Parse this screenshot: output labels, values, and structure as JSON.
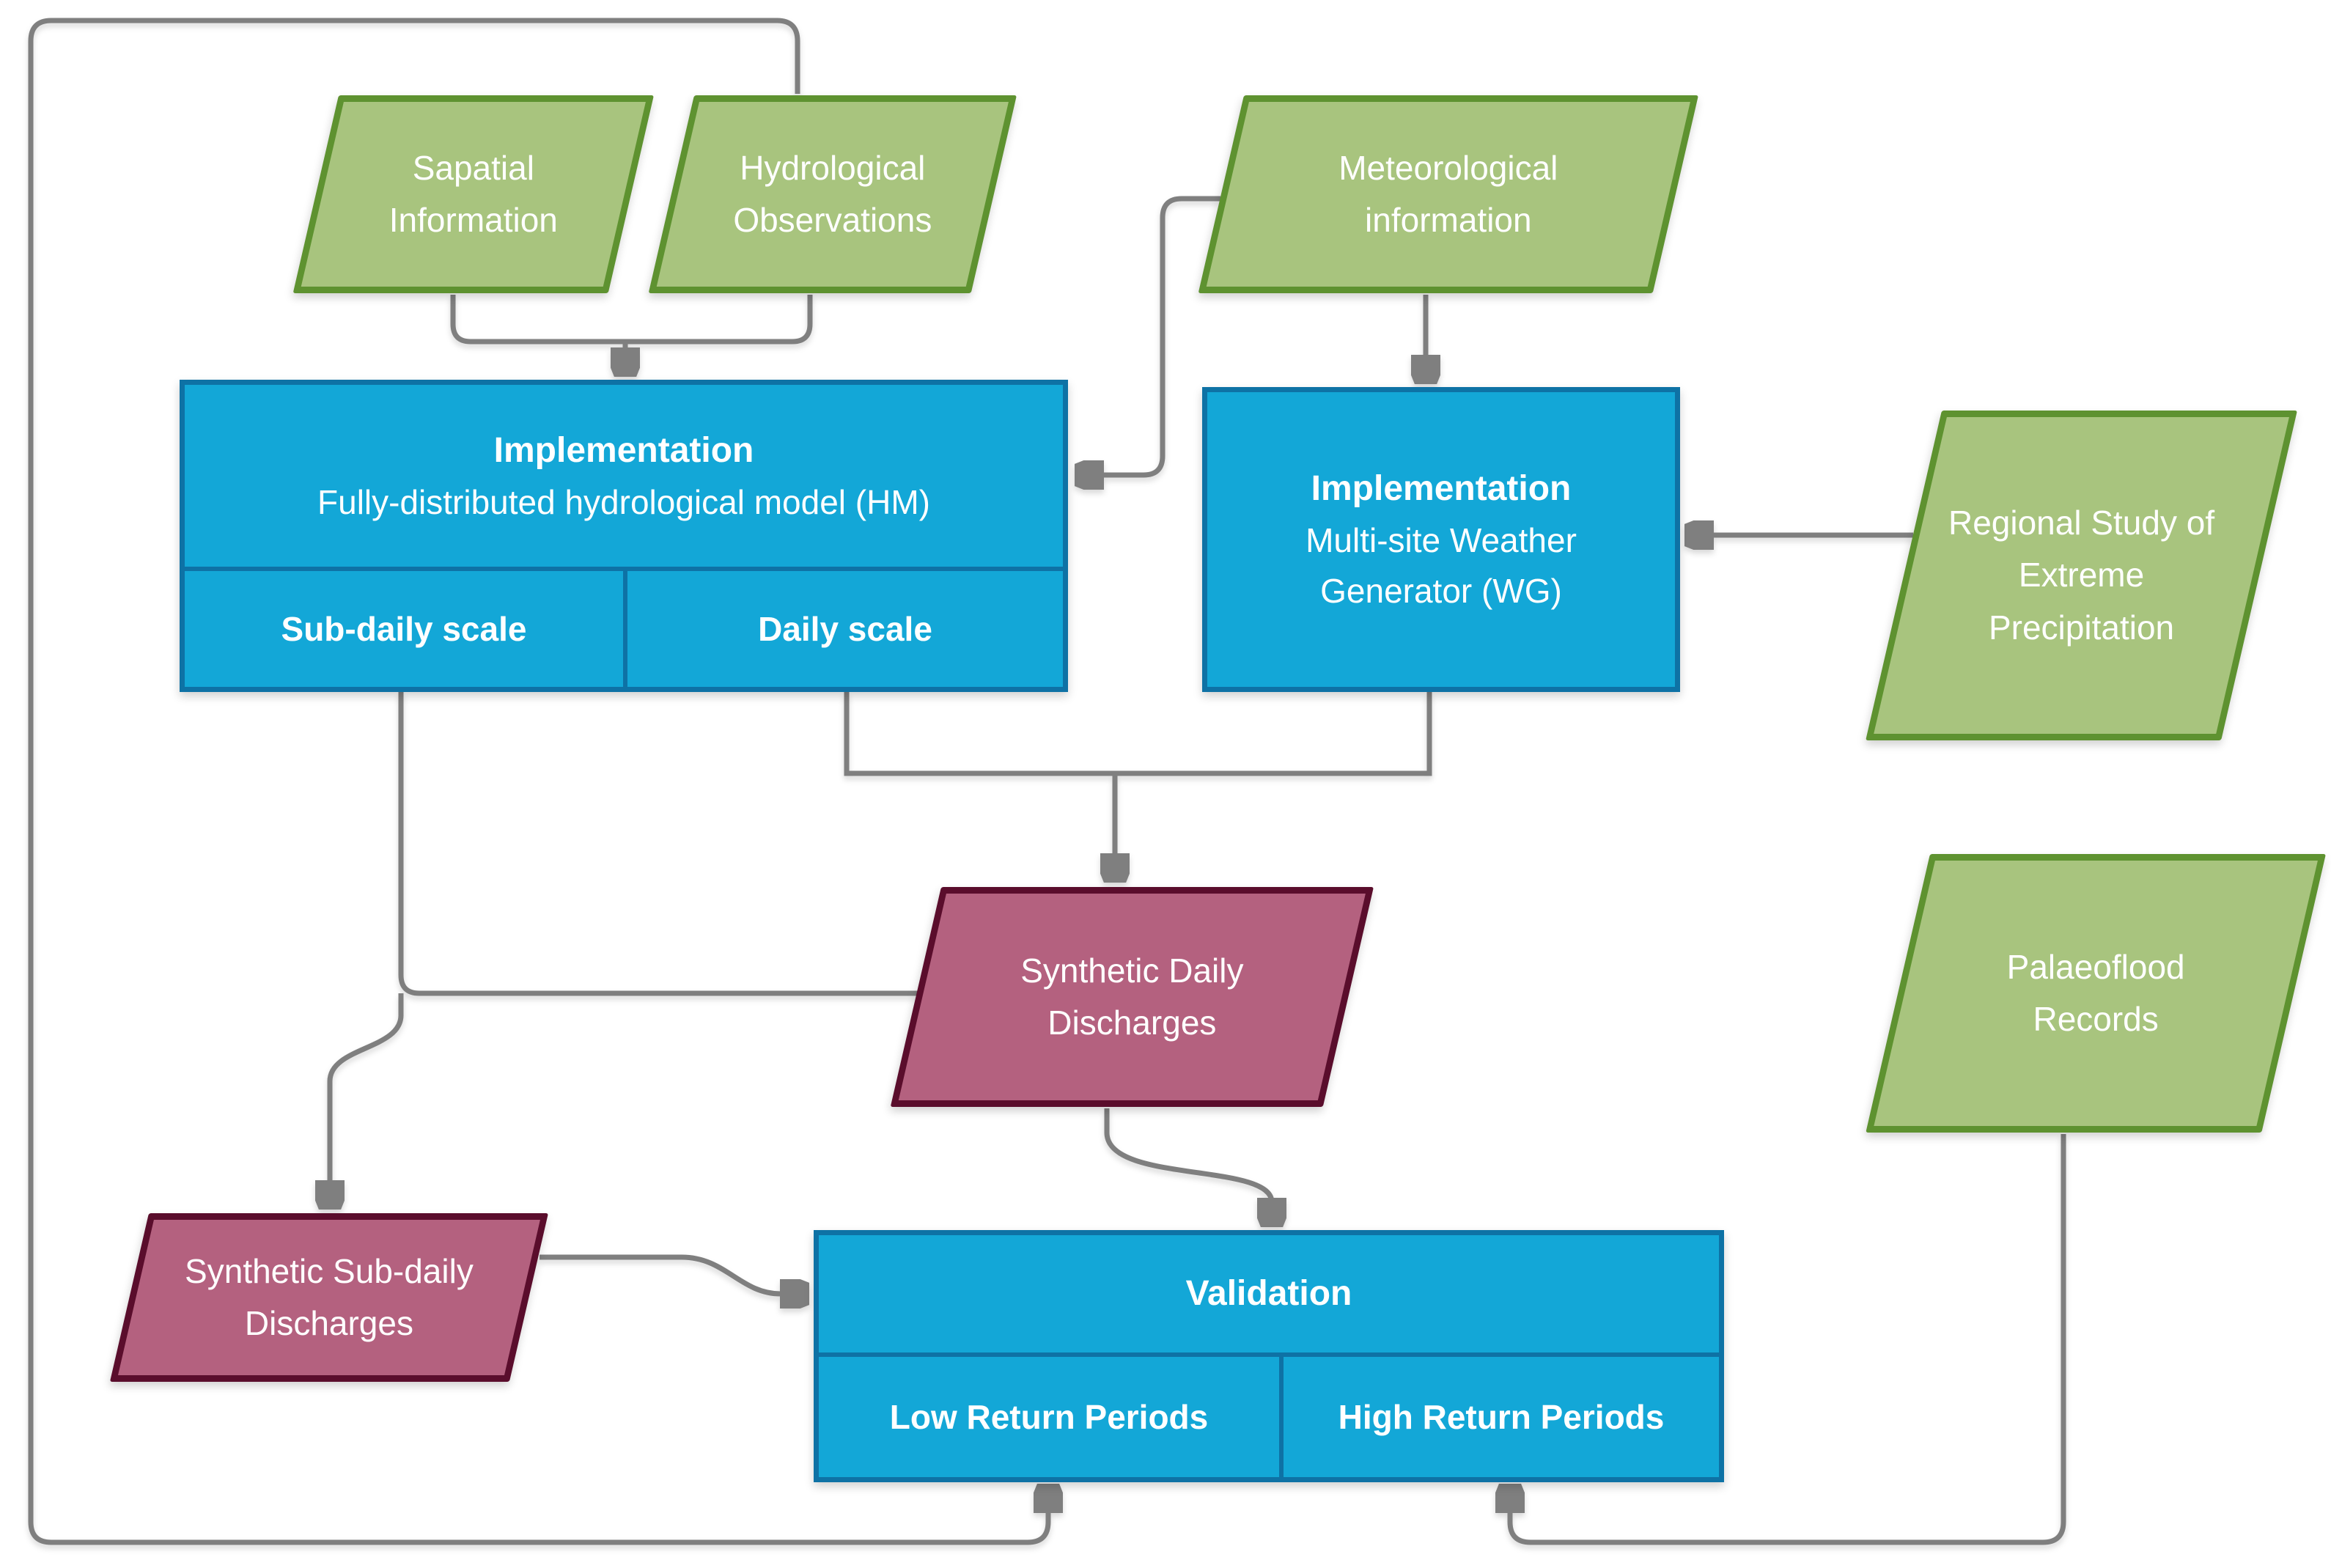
{
  "diagram": {
    "nodes": {
      "spatial_info": {
        "label": "Sapatial\nInformation"
      },
      "hydrological_obs": {
        "label": "Hydrological\nObservations"
      },
      "meteorological_info": {
        "label": "Meteorological\ninformation"
      },
      "regional_study": {
        "label": "Regional Study of\nExtreme\nPrecipitation"
      },
      "palaeoflood_records": {
        "label": "Palaeoflood\nRecords"
      },
      "hm": {
        "title": "Implementation",
        "subtitle": "Fully-distributed hydrological model (HM)",
        "cells": [
          "Sub-daily scale",
          "Daily scale"
        ]
      },
      "wg": {
        "title": "Implementation",
        "subtitle": "Multi-site Weather\nGenerator (WG)"
      },
      "synthetic_daily": {
        "label": "Synthetic Daily\nDischarges"
      },
      "synthetic_subdaily": {
        "label": "Synthetic Sub-daily\nDischarges"
      },
      "validation": {
        "title": "Validation",
        "cells": [
          "Low Return Periods",
          "High Return Periods"
        ]
      }
    },
    "edges": [
      {
        "from": "spatial_info",
        "to": "hm"
      },
      {
        "from": "hydrological_obs",
        "to": "hm"
      },
      {
        "from": "meteorological_info",
        "to": "hm"
      },
      {
        "from": "meteorological_info",
        "to": "wg"
      },
      {
        "from": "regional_study",
        "to": "wg"
      },
      {
        "from": "hm-daily-scale",
        "to": "synthetic_daily"
      },
      {
        "from": "wg",
        "to": "synthetic_daily"
      },
      {
        "from": "hm-sub-daily-scale",
        "to": "synthetic_subdaily"
      },
      {
        "from": "synthetic_daily",
        "to": "synthetic_subdaily"
      },
      {
        "from": "synthetic_daily",
        "to": "validation"
      },
      {
        "from": "synthetic_subdaily",
        "to": "validation"
      },
      {
        "from": "hydrological_obs",
        "to": "validation-low-return-periods"
      },
      {
        "from": "palaeoflood_records",
        "to": "validation-high-return-periods"
      }
    ],
    "colors": {
      "green_fill": "#a8c47e",
      "green_border": "#5e9230",
      "blue_fill": "#13a7d7",
      "blue_border": "#0e72a5",
      "maroon_fill": "#b4617f",
      "maroon_border": "#5a0d2c",
      "line": "#7f7f7f",
      "text": "#ffffff",
      "bg": "#ffffff"
    }
  }
}
